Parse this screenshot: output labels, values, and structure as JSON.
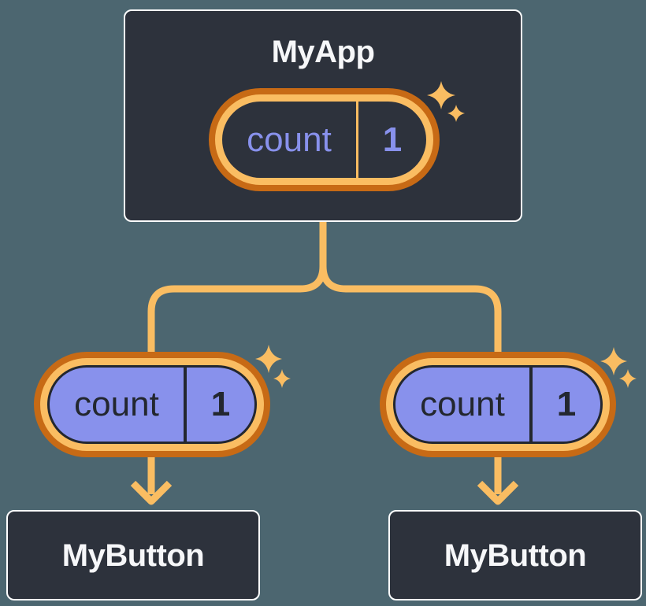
{
  "diagram": {
    "colors": {
      "background": "#4C6670",
      "card": "#2D323C",
      "card_border": "#FFFFFF",
      "text_light": "#F6F7F9",
      "purple": "#8891EC",
      "ink": "#23272F",
      "orange_light": "#FABD62",
      "orange_dark": "#C76A15"
    },
    "root": {
      "title": "MyApp",
      "state": {
        "label": "count",
        "value": "1"
      }
    },
    "children": [
      {
        "title": "MyButton",
        "prop": {
          "label": "count",
          "value": "1"
        }
      },
      {
        "title": "MyButton",
        "prop": {
          "label": "count",
          "value": "1"
        }
      }
    ],
    "icons": {
      "sparkle": "four-point-star",
      "arrow": "chevron-down-arrow"
    }
  }
}
